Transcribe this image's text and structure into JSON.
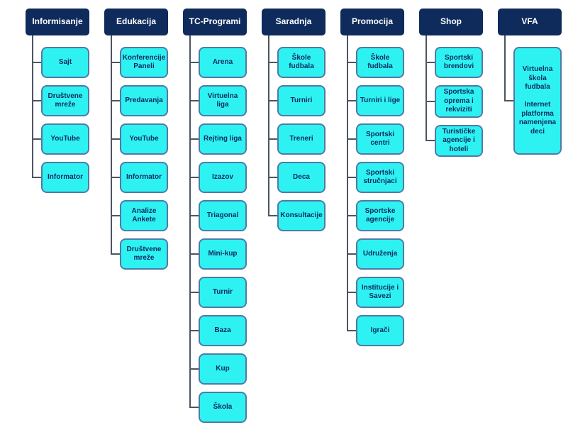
{
  "diagram": {
    "type": "org-tree",
    "colors": {
      "header_bg": "#0e2b5c",
      "header_text": "#ffffff",
      "node_bg": "#2ef2f2",
      "node_border": "#4e7ba6",
      "node_text": "#0d2b5e",
      "connector": "#4d5560"
    },
    "columns": [
      {
        "id": "informisanje",
        "label": "Informisanje",
        "children": [
          "Sajt",
          "Društvene mreže",
          "YouTube",
          "Informator"
        ]
      },
      {
        "id": "edukacija",
        "label": "Edukacija",
        "children": [
          "Konferencije Paneli",
          "Predavanja",
          "YouTube",
          "Informator",
          "Analize Ankete",
          "Društvene mreže"
        ]
      },
      {
        "id": "tc-programi",
        "label": "TC-Programi",
        "children": [
          "Arena",
          "Virtuelna liga",
          "Rejting liga",
          "Izazov",
          "Triagonal",
          "Mini-kup",
          "Turnir",
          "Baza",
          "Kup",
          "Škola"
        ]
      },
      {
        "id": "saradnja",
        "label": "Saradnja",
        "children": [
          "Škole fudbala",
          "Turniri",
          "Treneri",
          "Deca",
          "Konsultacije"
        ]
      },
      {
        "id": "promocija",
        "label": "Promocija",
        "children": [
          "Škole fudbala",
          "Turniri i lige",
          "Sportski centri",
          "Sportski stručnjaci",
          "Sportske agencije",
          "Udruženja",
          "Institucije i Savezi",
          "Igrači"
        ]
      },
      {
        "id": "shop",
        "label": "Shop",
        "children": [
          "Sportski brendovi",
          "Sportska oprema i rekviziti",
          "Turističke agencije i hoteli"
        ]
      },
      {
        "id": "vfa",
        "label": "VFA",
        "children": [
          "Virtuelna škola fudbala\n\nInternet platforma namenjena deci"
        ]
      }
    ]
  }
}
